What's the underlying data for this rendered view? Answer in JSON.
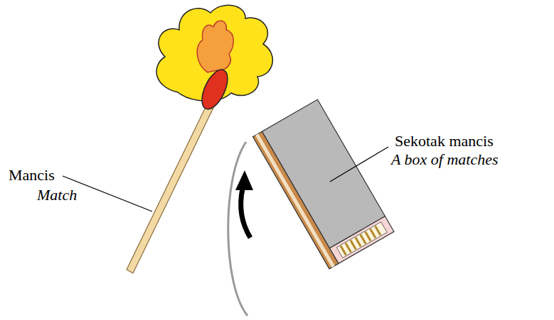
{
  "diagram": {
    "labels": [
      "Mancis",
      "Match",
      "Sekotak mancis",
      "A box of matches"
    ]
  }
}
